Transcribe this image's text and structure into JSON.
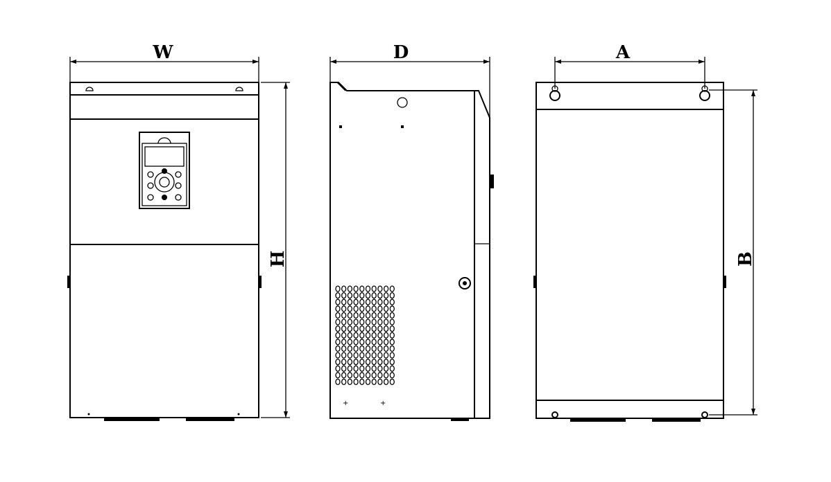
{
  "views": {
    "front": {
      "width_label": "W",
      "height_label": "H"
    },
    "side": {
      "depth_label": "D"
    },
    "back": {
      "mount_width_label": "A",
      "mount_height_label": "B"
    }
  },
  "colors": {
    "line": "#000000",
    "background": "#ffffff"
  }
}
